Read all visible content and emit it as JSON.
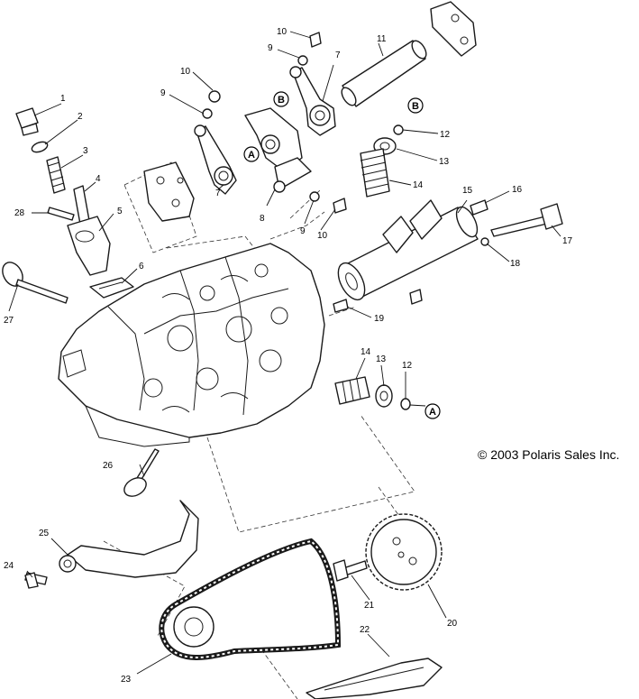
{
  "copyright": "© 2003 Polaris Sales Inc.",
  "refs": {
    "a": "A",
    "b": "B"
  },
  "callouts": {
    "c1": "1",
    "c2": "2",
    "c3": "3",
    "c4": "4",
    "c5": "5",
    "c6": "6",
    "c7a": "7",
    "c7b": "7",
    "c8": "8",
    "c9a": "9",
    "c9b": "9",
    "c9c": "9",
    "c10a": "10",
    "c10b": "10",
    "c10c": "10",
    "c11": "11",
    "c12a": "12",
    "c12b": "12",
    "c13a": "13",
    "c13b": "13",
    "c14a": "14",
    "c14b": "14",
    "c15": "15",
    "c16": "16",
    "c17": "17",
    "c18": "18",
    "c19": "19",
    "c20": "20",
    "c21": "21",
    "c22": "22",
    "c23": "23",
    "c24": "24",
    "c25": "25",
    "c26": "26",
    "c27": "27",
    "c28": "28"
  }
}
